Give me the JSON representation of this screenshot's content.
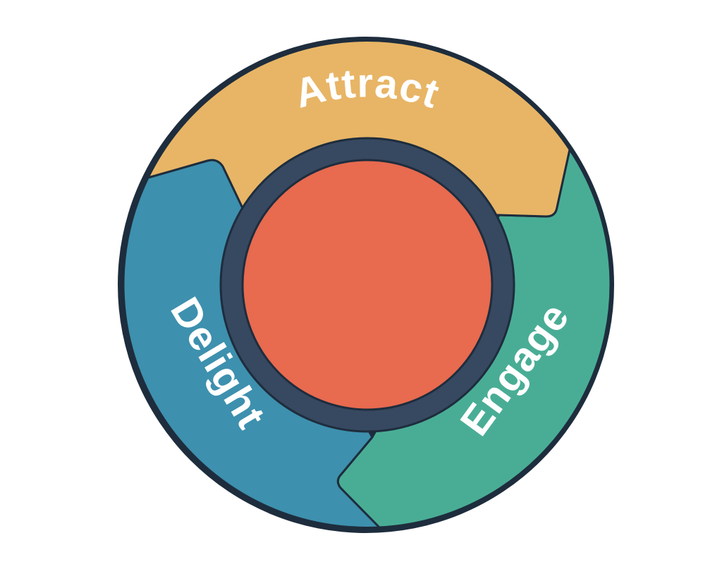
{
  "diagram": {
    "type": "flywheel",
    "stages": [
      {
        "id": "attract",
        "label": "Attract",
        "color": "#e8b566"
      },
      {
        "id": "engage",
        "label": "Engage",
        "color": "#49ad95"
      },
      {
        "id": "delight",
        "label": "Delight",
        "color": "#3d90ae"
      }
    ],
    "colors": {
      "outline": "#1e2d3d",
      "hub_ring": "#374861",
      "hub_center": "#e86a4f",
      "background": "#ffffff"
    }
  }
}
